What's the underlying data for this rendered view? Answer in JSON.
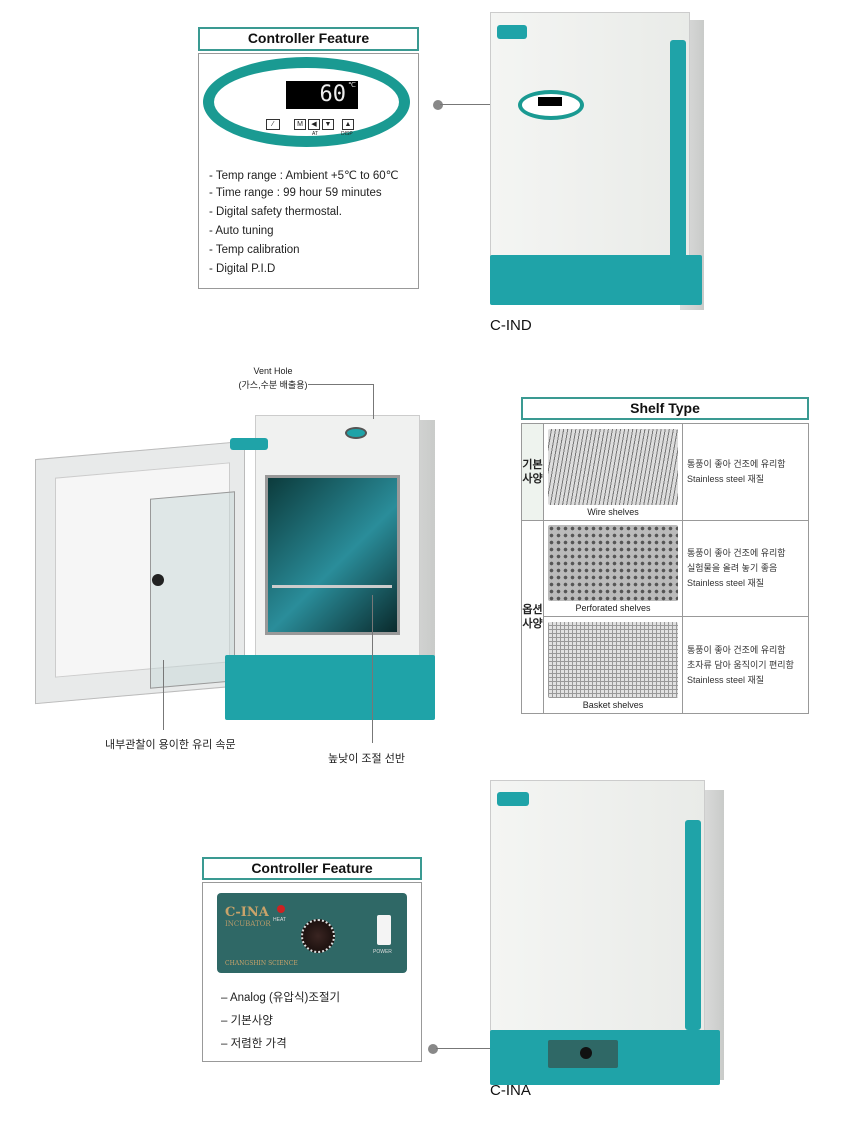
{
  "top_controller": {
    "title": "Controller Feature",
    "display_value": "60",
    "display_unit": "℃",
    "keys": [
      "M",
      "◀",
      "▼",
      "▲"
    ],
    "key_labels": [
      "AT",
      "DISP"
    ],
    "features": [
      "- Temp range : Ambient +5℃ to 60℃",
      "- Time range : 99 hour 59 minutes",
      "- Digital safety thermostal.",
      "- Auto tuning",
      "- Temp calibration",
      "- Digital P.I.D"
    ]
  },
  "model_top": "C-IND",
  "open_unit": {
    "vent_label": "Vent Hole",
    "vent_sub": "(가스,수분 배출용)",
    "door_label": "내부관찰이 용이한 유리 속문",
    "shelf_label": "높낮이 조절 선반"
  },
  "shelf_type": {
    "title": "Shelf Type",
    "categories": [
      "기본사양",
      "옵션사양"
    ],
    "rows": [
      {
        "name": "Wire shelves",
        "lines": [
          "통풍이 좋아 건조에 유리함",
          "Stainless steel 재질"
        ]
      },
      {
        "name": "Perforated shelves",
        "lines": [
          "통풍이 좋아 건조에 유리함",
          "실험물을 올려 놓기 좋음",
          "Stainless steel 재질"
        ]
      },
      {
        "name": "Basket shelves",
        "lines": [
          "통풍이 좋아 건조에 유리함",
          "초자류 담아 움직이기 편리함",
          "Stainless steel 재질"
        ]
      }
    ]
  },
  "bottom_controller": {
    "title": "Controller Feature",
    "panel_brand": "C-INA",
    "panel_sub": "INCUBATOR",
    "heat_label": "HEAT",
    "power_label": "POWER",
    "maker": "CHANGSHIN SCIENCE",
    "features": [
      "– Analog (유압식)조절기",
      "– 기본사양",
      "– 저렴한 가격"
    ]
  },
  "model_bottom": "C-INA"
}
